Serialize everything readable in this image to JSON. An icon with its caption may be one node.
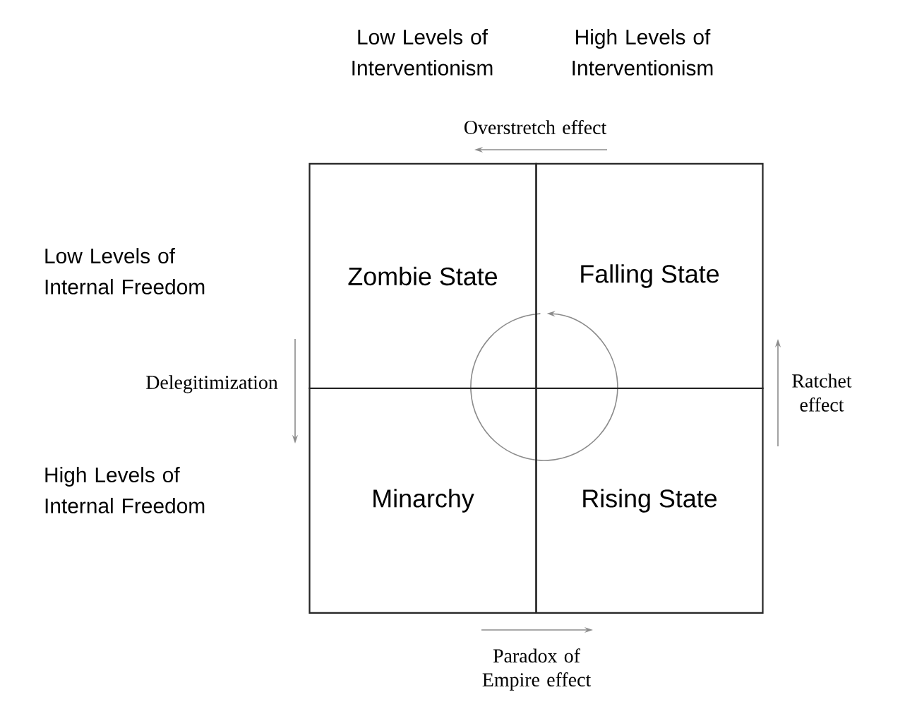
{
  "diagram": {
    "nodes": [
      {
        "text": [
          "Zombie State"
        ]
      },
      {
        "text": [
          "Falling State"
        ]
      },
      {
        "text": [
          "Minarchy"
        ]
      },
      {
        "text": [
          "Rising State"
        ]
      }
    ],
    "edges": [],
    "labels": [
      "Low Levels of Interventionism",
      "High Levels of Interventionism",
      "Overstretch effect",
      "Low Levels of Internal Freedom",
      "Delegitimization",
      "Ratchet effect",
      "High Levels of Internal Freedom",
      "Paradox of Empire effect"
    ]
  }
}
